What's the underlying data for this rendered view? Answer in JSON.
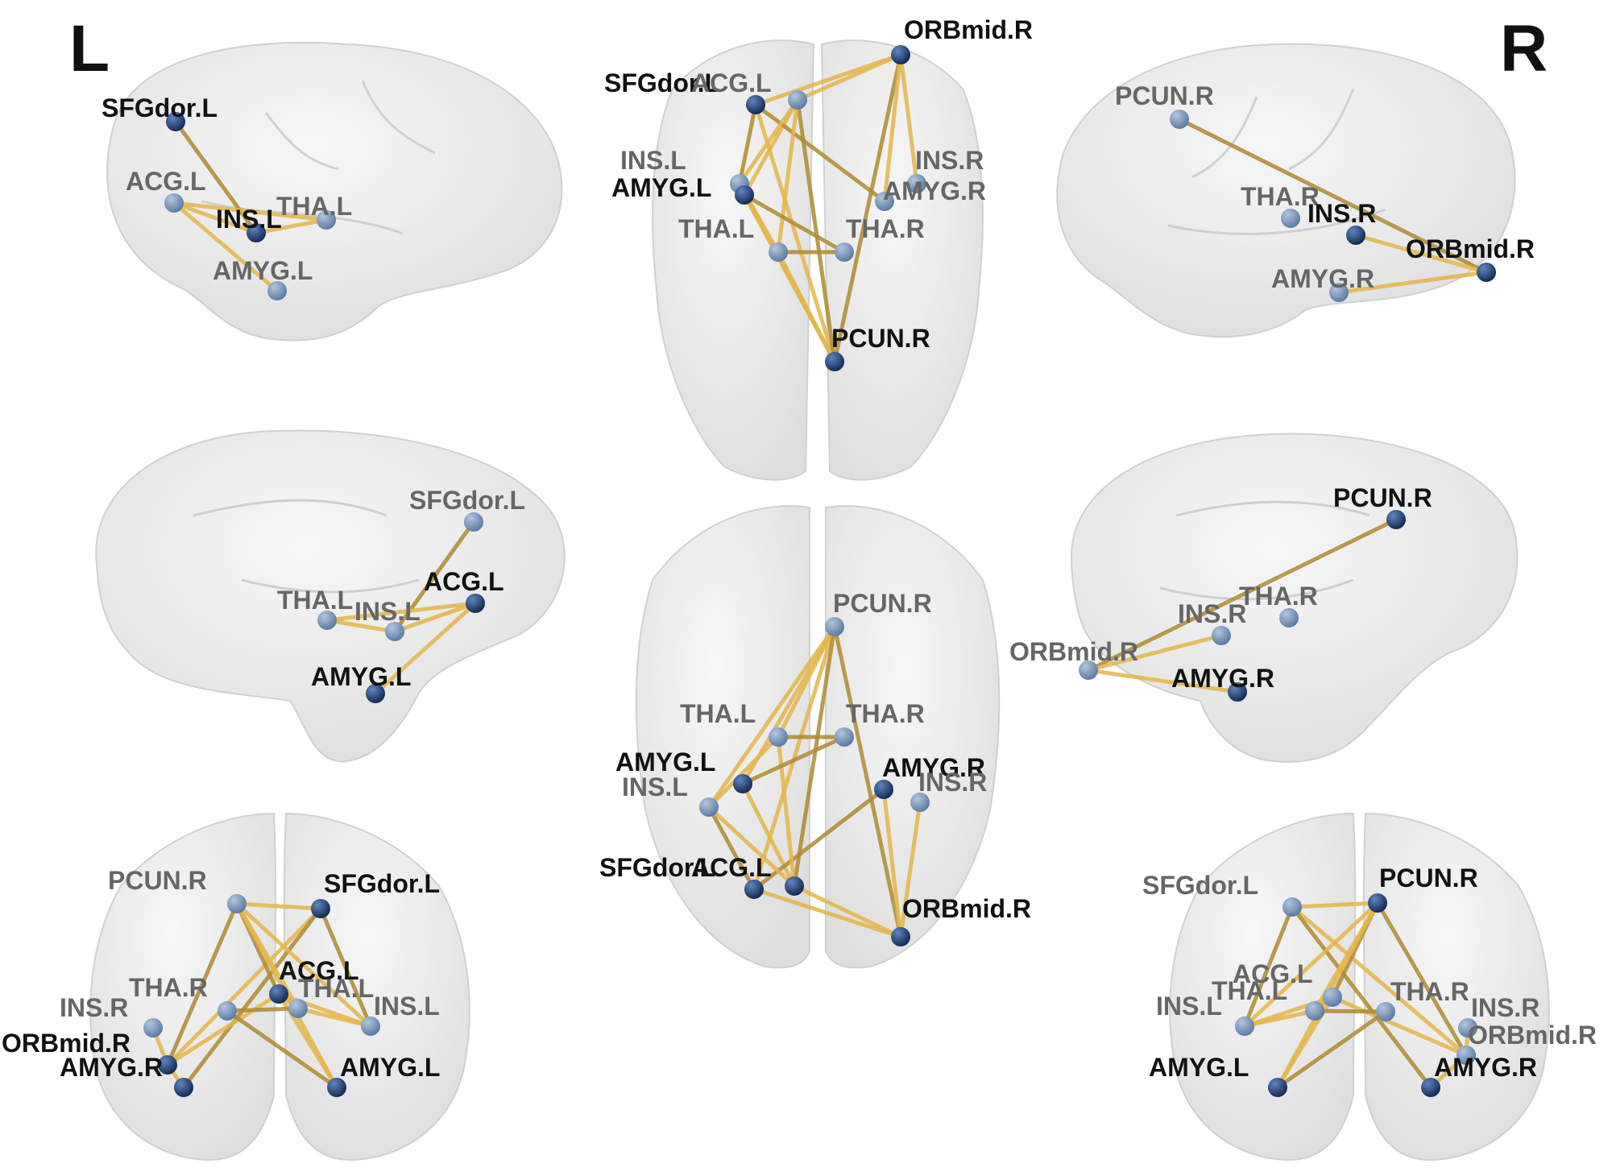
{
  "side_labels": {
    "left": "L",
    "right": "R"
  },
  "colors": {
    "edge": "#e4b64a",
    "edge_dark": "#b08a30",
    "node_front": "#1e3f73",
    "node_back": "#6f8fb6",
    "label_front": "#111111",
    "label_back": "#666666",
    "brain_fill": "#e9e9e9",
    "brain_stroke": "#c6c6c6"
  },
  "regions": [
    "SFGdor.L",
    "ACG.L",
    "INS.L",
    "AMYG.L",
    "THA.L",
    "ORBmid.R",
    "INS.R",
    "AMYG.R",
    "THA.R",
    "PCUN.R"
  ],
  "connections": [
    [
      "SFGdor.L",
      "INS.L"
    ],
    [
      "ACG.L",
      "AMYG.L"
    ],
    [
      "INS.L",
      "THA.L"
    ],
    [
      "PCUN.R",
      "ORBmid.R"
    ],
    [
      "INS.R",
      "ORBmid.R"
    ],
    [
      "SFGdor.L",
      "ORBmid.R"
    ],
    [
      "SFGdor.L",
      "AMYG.R"
    ],
    [
      "SFGdor.L",
      "PCUN.R"
    ],
    [
      "ACG.L",
      "ORBmid.R"
    ],
    [
      "ACG.L",
      "PCUN.R"
    ],
    [
      "ACG.L",
      "INS.L"
    ],
    [
      "ACG.L",
      "THA.L"
    ],
    [
      "AMYG.L",
      "THA.R"
    ],
    [
      "AMYG.L",
      "PCUN.R"
    ],
    [
      "INS.L",
      "PCUN.R"
    ],
    [
      "THA.L",
      "THA.R"
    ],
    [
      "THA.L",
      "PCUN.R"
    ],
    [
      "ORBmid.R",
      "AMYG.R"
    ]
  ],
  "views": [
    {
      "name": "left-lateral",
      "nodes": [
        {
          "label": "SFGdor.L",
          "depth": "front"
        },
        {
          "label": "ACG.L",
          "depth": "back"
        },
        {
          "label": "INS.L",
          "depth": "front"
        },
        {
          "label": "THA.L",
          "depth": "back"
        },
        {
          "label": "AMYG.L",
          "depth": "back"
        }
      ]
    },
    {
      "name": "top-dorsal",
      "nodes": [
        {
          "label": "ORBmid.R",
          "depth": "front"
        },
        {
          "label": "SFGdor.L",
          "depth": "front"
        },
        {
          "label": "ACG.L",
          "depth": "back"
        },
        {
          "label": "INS.L",
          "depth": "back"
        },
        {
          "label": "AMYG.L",
          "depth": "front"
        },
        {
          "label": "INS.R",
          "depth": "back"
        },
        {
          "label": "AMYG.R",
          "depth": "back"
        },
        {
          "label": "THA.L",
          "depth": "back"
        },
        {
          "label": "THA.R",
          "depth": "back"
        },
        {
          "label": "PCUN.R",
          "depth": "front"
        }
      ]
    },
    {
      "name": "right-lateral",
      "nodes": [
        {
          "label": "PCUN.R",
          "depth": "back"
        },
        {
          "label": "THA.R",
          "depth": "back"
        },
        {
          "label": "INS.R",
          "depth": "front"
        },
        {
          "label": "ORBmid.R",
          "depth": "front"
        },
        {
          "label": "AMYG.R",
          "depth": "back"
        }
      ]
    },
    {
      "name": "left-medial",
      "nodes": [
        {
          "label": "SFGdor.L",
          "depth": "back"
        },
        {
          "label": "ACG.L",
          "depth": "front"
        },
        {
          "label": "THA.L",
          "depth": "back"
        },
        {
          "label": "INS.L",
          "depth": "back"
        },
        {
          "label": "AMYG.L",
          "depth": "front"
        }
      ]
    },
    {
      "name": "right-medial",
      "nodes": [
        {
          "label": "PCUN.R",
          "depth": "front"
        },
        {
          "label": "THA.R",
          "depth": "back"
        },
        {
          "label": "INS.R",
          "depth": "back"
        },
        {
          "label": "ORBmid.R",
          "depth": "back"
        },
        {
          "label": "AMYG.R",
          "depth": "front"
        }
      ]
    },
    {
      "name": "bottom-ventral",
      "nodes": [
        {
          "label": "PCUN.R",
          "depth": "back"
        },
        {
          "label": "THA.L",
          "depth": "back"
        },
        {
          "label": "THA.R",
          "depth": "back"
        },
        {
          "label": "AMYG.L",
          "depth": "front"
        },
        {
          "label": "INS.L",
          "depth": "back"
        },
        {
          "label": "AMYG.R",
          "depth": "front"
        },
        {
          "label": "INS.R",
          "depth": "back"
        },
        {
          "label": "SFGdor.L",
          "depth": "front"
        },
        {
          "label": "ACG.L",
          "depth": "front"
        },
        {
          "label": "ORBmid.R",
          "depth": "front"
        }
      ]
    },
    {
      "name": "front-coronal",
      "nodes": [
        {
          "label": "PCUN.R",
          "depth": "back"
        },
        {
          "label": "SFGdor.L",
          "depth": "front"
        },
        {
          "label": "ACG.L",
          "depth": "front"
        },
        {
          "label": "THA.R",
          "depth": "back"
        },
        {
          "label": "THA.L",
          "depth": "back"
        },
        {
          "label": "INS.L",
          "depth": "back"
        },
        {
          "label": "INS.R",
          "depth": "back"
        },
        {
          "label": "ORBmid.R",
          "depth": "front"
        },
        {
          "label": "AMYG.R",
          "depth": "front"
        },
        {
          "label": "AMYG.L",
          "depth": "front"
        }
      ]
    },
    {
      "name": "back-coronal",
      "nodes": [
        {
          "label": "SFGdor.L",
          "depth": "back"
        },
        {
          "label": "PCUN.R",
          "depth": "front"
        },
        {
          "label": "ACG.L",
          "depth": "back"
        },
        {
          "label": "THA.L",
          "depth": "back"
        },
        {
          "label": "INS.L",
          "depth": "back"
        },
        {
          "label": "THA.R",
          "depth": "back"
        },
        {
          "label": "INS.R",
          "depth": "back"
        },
        {
          "label": "ORBmid.R",
          "depth": "back"
        },
        {
          "label": "AMYG.L",
          "depth": "front"
        },
        {
          "label": "AMYG.R",
          "depth": "front"
        }
      ]
    }
  ]
}
